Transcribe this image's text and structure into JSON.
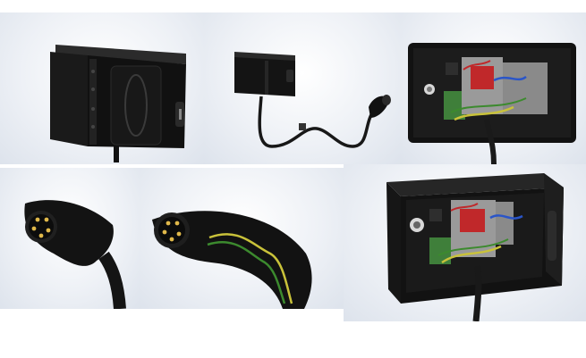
{
  "panels": [
    {
      "id": "p1",
      "subject": "closed-enclosure"
    },
    {
      "id": "p2",
      "subject": "enclosure-cable-connector"
    },
    {
      "id": "p3",
      "subject": "open-enclosure-front"
    },
    {
      "id": "p4",
      "subject": "connector-pins"
    },
    {
      "id": "p5",
      "subject": "connector-wires"
    },
    {
      "id": "p6",
      "subject": "open-enclosure-angled"
    }
  ],
  "colors": {
    "housing": "#141414",
    "housing_light": "#2e2e2e",
    "wire_yellow": "#c9c23a",
    "wire_green": "#3c8a2e",
    "wire_red": "#c0282a",
    "wire_blue": "#2a55c8",
    "pcb_green": "#3f7f3a",
    "relay_grey": "#9a9a9a"
  }
}
